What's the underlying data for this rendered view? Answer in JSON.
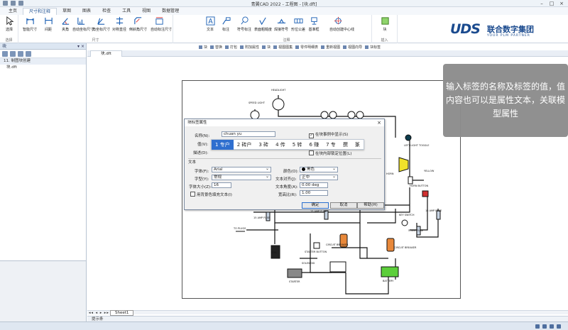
{
  "app": {
    "title": "青翼CAD 2022 - 工程图 - [块.dft]"
  },
  "ribbon_tabs": [
    "主页",
    "尺寸和注释",
    "草图",
    "图表",
    "检查",
    "工具",
    "视图",
    "数据管理"
  ],
  "ribbon_active_tab": 1,
  "ribbon": {
    "groups": [
      {
        "label": "选择",
        "buttons": [
          "选择"
        ]
      },
      {
        "label": "尺寸",
        "buttons": [
          "智能尺寸",
          "间距",
          "夹角",
          "自动坐标尺寸",
          "角坐标尺寸",
          "对称直径",
          "倒斜角尺寸",
          "自动标注尺寸"
        ]
      },
      {
        "label": "注释",
        "buttons": [
          "文本",
          "标注",
          "符号标注",
          "表面粗糙度",
          "焊接符号",
          "形位公差",
          "基准框",
          "自动创建中心线"
        ]
      },
      {
        "label": "插入",
        "buttons": [
          "块"
        ]
      }
    ]
  },
  "toolbar2": [
    "块",
    "替换",
    "打包",
    "附加属性",
    "块",
    "视图图集",
    "零件明细表",
    "重新视图",
    "视图向导",
    "块标签"
  ],
  "logo": {
    "brand": "UDS",
    "name_cn": "联合数字集团",
    "tagline": "YOUR PLM PARTNER"
  },
  "left_panel": {
    "title": "块",
    "tree_title": "11. 制图块创建",
    "tree_items": [
      "块.dft"
    ]
  },
  "doc_tab": "块.dft",
  "sheet_tab": "Sheet1",
  "command_bar": "提示条",
  "overlay_note": "输入标签的名称及标签的值，值内容也可以是属性文本，关联模型属性",
  "dialog": {
    "title": "块标签属性",
    "name_label": "名称(N):",
    "name_value": "chuan  yu",
    "value_label": "值(V):",
    "desc_label": "描述(D):",
    "check_show_in_instance": "在块事例中显示(S)",
    "check_lock_position": "在块内部锁定位置(L)",
    "text_section": "文本",
    "font_label": "字体(F):",
    "font_value": "Arial",
    "style_label": "字型(Y):",
    "style_value": "常规",
    "size_label": "字体大小(Z):",
    "size_value": "16",
    "fill_check": "用背景色填充文本(I)",
    "color_label": "颜色(O):",
    "color_value": "黑色",
    "align_label": "文本对齐(J):",
    "align_value": "正中",
    "angle_label": "文本角度(A):",
    "angle_value": "0.00 deg",
    "ratio_label": "宽高比(R):",
    "ratio_value": "1.00",
    "ok": "确定",
    "cancel": "取消",
    "help": "帮助(H)"
  },
  "ime": {
    "candidates": [
      "1 专户",
      "2 砖户",
      "3 砖",
      "4 传",
      "5 转",
      "6 赚",
      "7 专",
      "撰",
      "篆"
    ]
  },
  "diagram_labels": {
    "headlight": "HEADLIGHT",
    "speed_light": "SPEED LIGHT",
    "left_light_toggle": "LEFT LIGHT TOGGLE",
    "yellow": "YELLOW",
    "horn": "HORN",
    "horn_button": "HORN BUTTON",
    "key_switch": "KEY SWITCH",
    "amp_fuse_1": "15 AMP FUSE",
    "amp_fuse_2": "15 AMP FUSE",
    "amp_fuse_3": "5 AMP FUSE",
    "amp_fuse_4": "15 AMP FUSE",
    "to_plugs": "TO PLUGS",
    "coil": "COIL",
    "starter_button": "STARTER BUTTON",
    "circuit_breaker_1": "CIRCUIT BREAKER",
    "circuit_breaker_2": "CIRCUIT BREAKER",
    "solenoid": "SOLENOID",
    "starter": "STARTER",
    "battery": "BATTERY"
  },
  "colors": {
    "accent": "#1a4a8e",
    "dialog_bg": "#f0f0f0",
    "ime_select": "#2f6fcf",
    "overlay": "#8d8d8d",
    "circuit_breaker": "#e8883a",
    "battery": "#5ccf3a",
    "horn": "#f0e22a"
  }
}
